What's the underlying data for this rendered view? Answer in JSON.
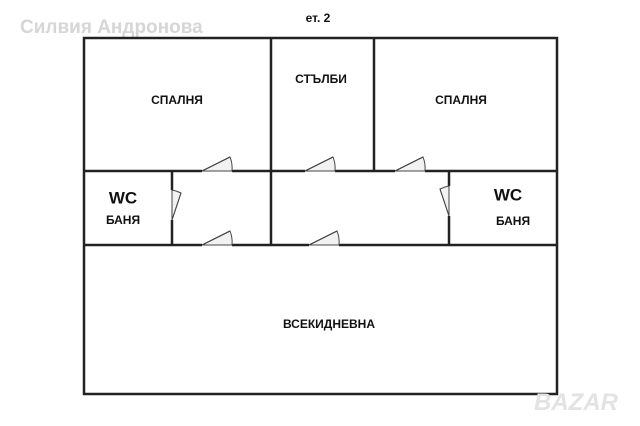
{
  "watermark": "Силвия Андронова",
  "floor_label": "ет. 2",
  "rooms": {
    "bedroom_left": "СПАЛНЯ",
    "stairs": "СТЪЛБИ",
    "bedroom_right": "СПАЛНЯ",
    "wc_left": "WC",
    "bath_left": "БАНЯ",
    "wc_right": "WC",
    "bath_right": "БАНЯ",
    "living_room": "ВСЕКИДНЕВНА"
  },
  "logo": "BAZAR"
}
